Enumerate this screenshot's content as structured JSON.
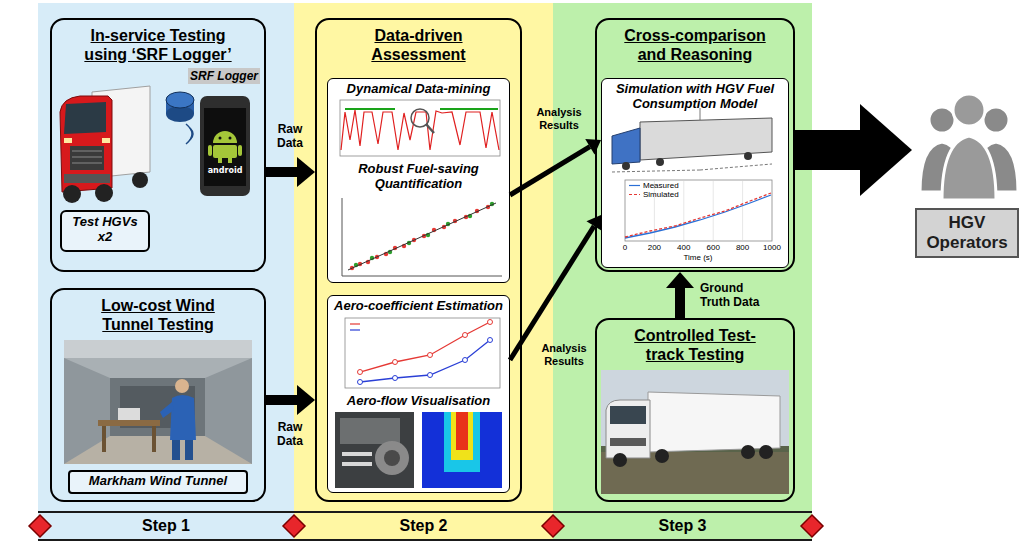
{
  "diagram": {
    "nodes": [
      {
        "text": [
          "Step 1"
        ]
      },
      {
        "text": [
          "In-service Testing using ‘SRF Logger’"
        ],
        "in": 0
      },
      {
        "text": [
          "Test HGVs x2"
        ],
        "in": 1
      },
      {
        "text": [
          "Low-cost Wind Tunnel Testing"
        ],
        "in": 0
      },
      {
        "text": [
          "Markham Wind Tunnel"
        ],
        "in": 3
      },
      {
        "text": [
          "Step 2"
        ]
      },
      {
        "text": [
          "Data-driven Assessment"
        ],
        "in": 5
      },
      {
        "text": [
          "Dynamical Data-mining",
          "Robust Fuel-saving Quantification"
        ],
        "in": 6
      },
      {
        "text": [
          "Aero-coefficient Estimation",
          "Aero-flow Visualisation"
        ],
        "in": 6
      },
      {
        "text": [
          "Step 3"
        ]
      },
      {
        "text": [
          "Cross-comparison and Reasoning"
        ],
        "in": 9
      },
      {
        "text": [
          "Simulation with HGV Fuel Consumption Model"
        ],
        "in": 10
      },
      {
        "text": [
          "Controlled Test-track Testing"
        ],
        "in": 9
      },
      {
        "text": [
          "HGV Operators"
        ]
      }
    ],
    "edges": [
      {
        "from": 1,
        "to": 6,
        "label": "Raw Data",
        "arrow": "to"
      },
      {
        "from": 3,
        "to": 6,
        "label": "Raw Data",
        "arrow": "to"
      },
      {
        "from": 7,
        "to": 11,
        "label": "Analysis Results",
        "arrow": "to"
      },
      {
        "from": 8,
        "to": 11,
        "label": "Analysis Results",
        "arrow": "to"
      },
      {
        "from": 12,
        "to": 10,
        "label": "Ground Truth Data",
        "arrow": "to"
      },
      {
        "from": 10,
        "to": 13,
        "arrow": "to"
      }
    ],
    "labels": [
      "SRF Logger",
      "android",
      "Measured",
      "Simulated",
      "0",
      "200",
      "400",
      "600",
      "800",
      "1000",
      "Time (s)"
    ]
  }
}
